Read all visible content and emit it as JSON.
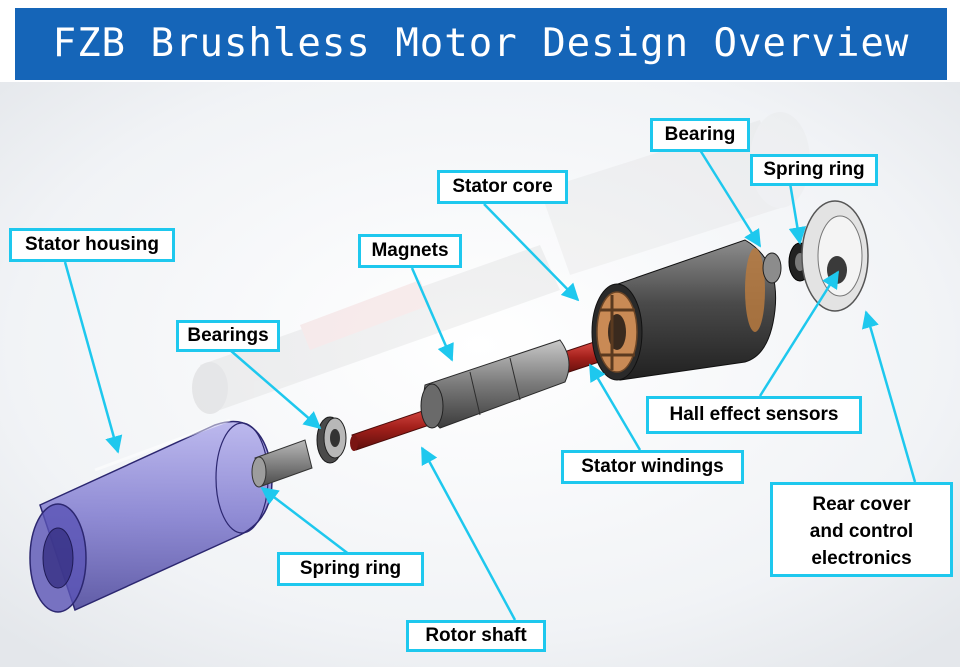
{
  "title": "FZB Brushless Motor Design Overview",
  "colors": {
    "title_bg": "#1565b8",
    "callout_border": "#1ec8ee",
    "leader": "#1ec8ee",
    "housing": "#6f69c9",
    "rotor_shaft": "#b0201d",
    "magnets": "#8a8a8a",
    "stator_body": "#3a3a3a",
    "windings": "#c98a55",
    "rear_cover": "#d8d8d8"
  },
  "labels": {
    "stator_housing": "Stator housing",
    "bearings": "Bearings",
    "magnets": "Magnets",
    "stator_core": "Stator core",
    "bearing": "Bearing",
    "spring_ring_top": "Spring ring",
    "hall_sensors": "Hall effect sensors",
    "stator_windings": "Stator windings",
    "rear_cover": "Rear cover\nand control\nelectronics",
    "spring_ring_bottom": "Spring ring",
    "rotor_shaft": "Rotor shaft"
  }
}
